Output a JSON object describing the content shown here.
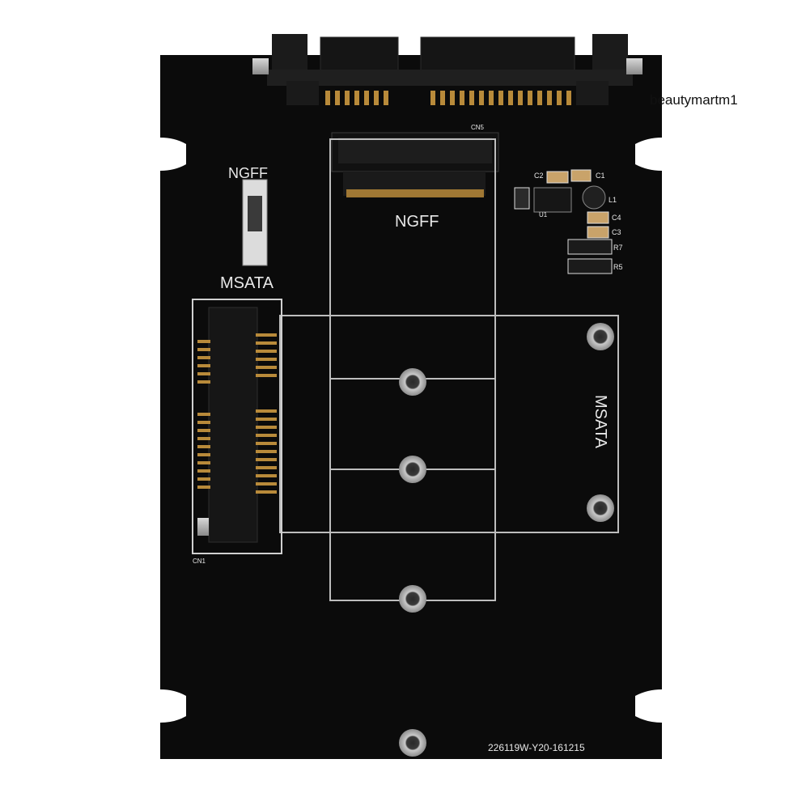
{
  "watermark": "beautymartm1",
  "board": {
    "pcb_color": "#0b0b0b",
    "silk_color": "#e8e8e8",
    "gold_color": "#b88a3a",
    "labels": {
      "ngff_switch": "NGFF",
      "msata_switch": "MSATA",
      "ngff_slot": "NGFF",
      "msata_side": "MSATA",
      "cn5": "CN5",
      "cn1": "CN1",
      "part_number": "226119W-Y20-161215",
      "c2": "C2",
      "c1": "C1",
      "l1": "L1",
      "c4": "C4",
      "c3": "C3",
      "r7": "R7",
      "r5": "R5",
      "u1": "U1"
    }
  }
}
